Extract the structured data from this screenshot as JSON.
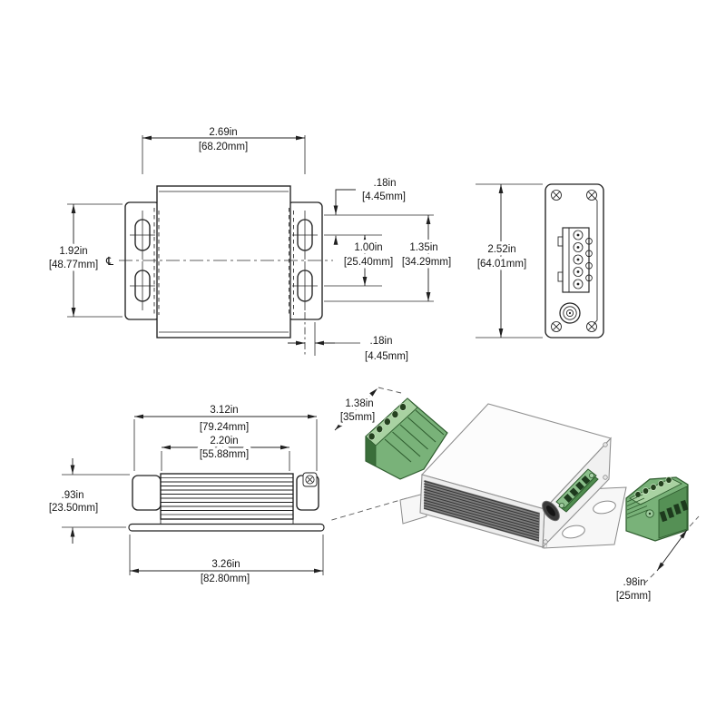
{
  "front": {
    "width_in": "2.69in",
    "width_mm": "[68.20mm]",
    "height_in": "1.92in",
    "height_mm": "[48.77mm]",
    "offset_top_in": ".18in",
    "offset_top_mm": "[4.45mm]",
    "hole_pitch_in": "1.00in",
    "hole_pitch_mm": "[25.40mm]",
    "hole_span_in": "1.35in",
    "hole_span_mm": "[34.29mm]",
    "offset_bottom_in": ".18in",
    "offset_bottom_mm": "[4.45mm]",
    "centerline_symbol": "℄"
  },
  "end": {
    "height_in": "2.52in",
    "height_mm": "[64.01mm]"
  },
  "side": {
    "body_width_in": "3.12in",
    "body_width_mm": "[79.24mm]",
    "fin_width_in": "2.20in",
    "fin_width_mm": "[55.88mm]",
    "height_in": ".93in",
    "height_mm": "[23.50mm]",
    "base_width_in": "3.26in",
    "base_width_mm": "[82.80mm]"
  },
  "iso": {
    "left_plug_in": "1.38in",
    "left_plug_mm": "[35mm]",
    "right_plug_in": ".98in",
    "right_plug_mm": "[25mm]"
  },
  "colors": {
    "background": "#ffffff",
    "drawing_line": "#202020",
    "plug_green": "#79b279",
    "plug_green_light": "#a9d2a2",
    "plug_green_dark": "#3a6e3a",
    "heatsink_gray": "#7c7c7c"
  }
}
